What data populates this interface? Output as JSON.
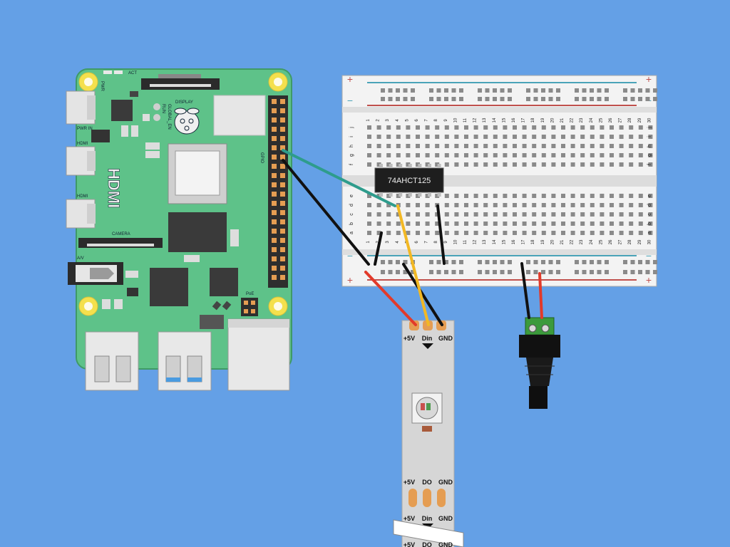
{
  "colors": {
    "background": "#64a0e6",
    "pcb": "#5ec289",
    "breadboard": "#f3f3f3",
    "rail_red": "#c0504d",
    "rail_blue": "#4aa3b8",
    "wire_red": "#e23a2a",
    "wire_black": "#111111",
    "wire_yellow": "#f2b824",
    "wire_teal": "#2e9c8c",
    "strip": "#d6d6d6",
    "terminal": "#3c9a3c"
  },
  "pi": {
    "labels": {
      "pwr": "PWR",
      "act": "ACT",
      "pwr_in": "PWR IN",
      "hdmi0": "HDMI",
      "hdmi1": "HDMI",
      "hdmi_big": "HDMI",
      "display": "DISPLAY",
      "camera": "CAMERA",
      "av": "A/V",
      "run": "RUN",
      "global_en": "GLOBAL_EN",
      "gpio": "GPIO",
      "poe": "PoE"
    }
  },
  "breadboard": {
    "column_numbers": [
      "1",
      "2",
      "3",
      "4",
      "5",
      "6",
      "7",
      "8",
      "9",
      "10",
      "11",
      "12",
      "13",
      "14",
      "15",
      "16",
      "17",
      "18",
      "19",
      "20",
      "21",
      "22",
      "23",
      "24",
      "25",
      "26",
      "27",
      "28",
      "29",
      "30"
    ],
    "row_letters_top": [
      "j",
      "i",
      "h",
      "g",
      "f"
    ],
    "row_letters_bottom": [
      "e",
      "d",
      "c",
      "b",
      "a"
    ],
    "rail_plus": "+",
    "rail_minus": "−"
  },
  "chip": {
    "label": "74AHCT125"
  },
  "led_strip": {
    "pads_top": [
      "+5V",
      "Din",
      "GND"
    ],
    "pads_mid": [
      "+5V",
      "DO",
      "GND"
    ],
    "pads_next": [
      "+5V",
      "Din",
      "GND"
    ],
    "pads_bottom": [
      "+5V",
      "DO",
      "GND"
    ]
  }
}
